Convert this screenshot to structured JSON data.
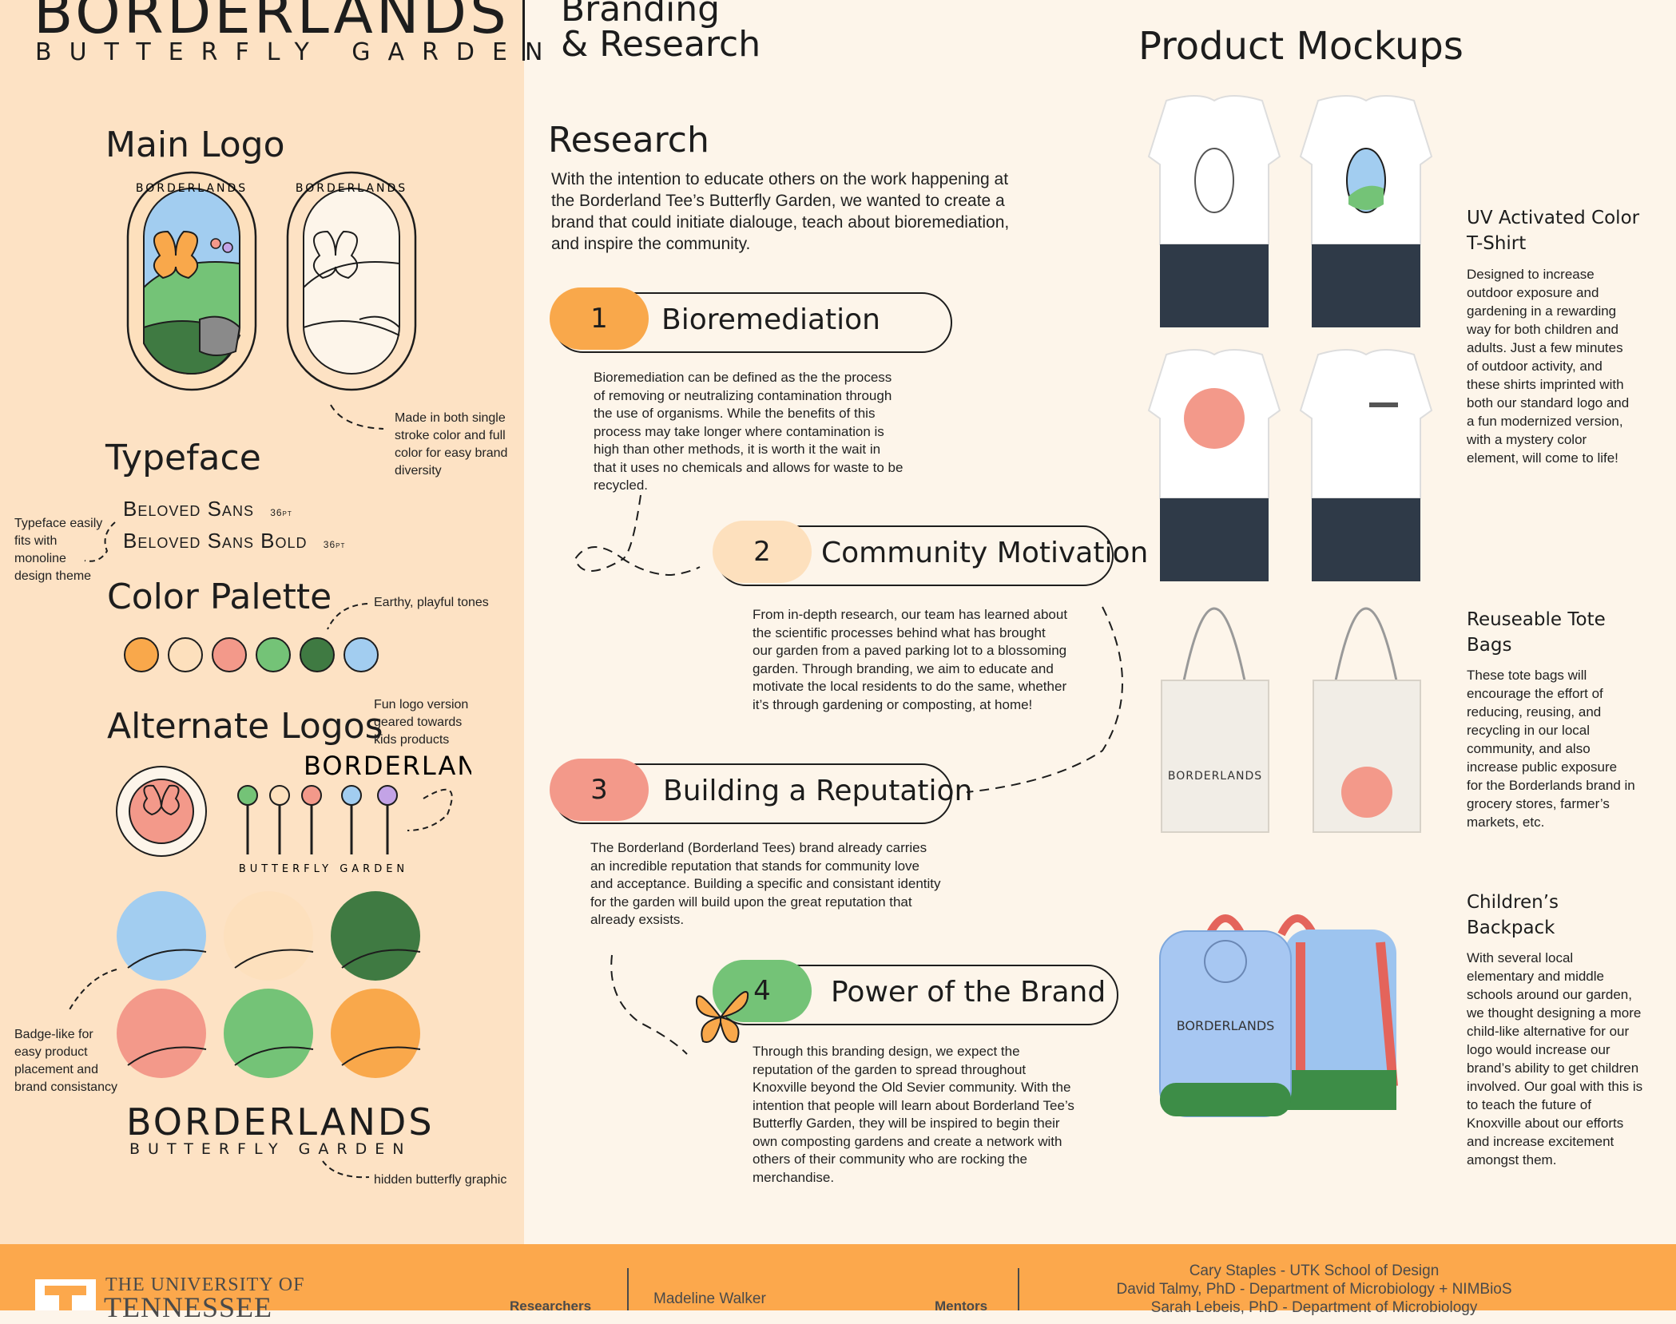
{
  "header": {
    "brand_title": "BORDERLANDS",
    "brand_subtitle": "BUTTERFLY GARDEN",
    "section_title_line1": "Branding",
    "section_title_line2": "& Research",
    "mockups_title": "Product Mockups"
  },
  "left": {
    "main_logo_title": "Main Logo",
    "logo_note": "Made in both single stroke color and full color for easy brand diversity",
    "typeface_title": "Typeface",
    "typeface_note": "Typeface easily fits with monoline design theme",
    "font1_name": "Beloved Sans",
    "font1_size": "36pt",
    "font2_name": "Beloved Sans Bold",
    "font2_size": "36pt",
    "palette_title": "Color Palette",
    "palette_note": "Earthy, playful tones",
    "palette": [
      "#f9a84b",
      "#fde0bd",
      "#f3998a",
      "#74c377",
      "#3f7a42",
      "#a2cdf0"
    ],
    "alt_title": "Alternate Logos",
    "alt_note": "Fun logo version geared towards kids products",
    "badge_note": "Badge-like for easy product placement and brand consistancy",
    "wordmark_title": "BORDERLANDS",
    "wordmark_sub": "BUTTERFLY GARDEN",
    "hidden_note": "hidden butterfly graphic"
  },
  "research": {
    "title": "Research",
    "intro": "With the intention to educate others on the work happening at the Borderland Tee’s Butterfly Garden, we wanted to create a brand that could initiate dialouge, teach about bioremediation, and inspire the community.",
    "items": [
      {
        "num": "1",
        "label": "Bioremediation",
        "color": "#f9a84b",
        "text": "Bioremediation can be defined as the the process of removing or neutralizing contamination through the use of organisms. While the benefits of this process may take longer where contamination is high than other methods, it is worth it the wait in that it uses no chemicals and allows for waste to be recycled."
      },
      {
        "num": "2",
        "label": "Community Motivation",
        "color": "#fde0bd",
        "text": "From in-depth research, our team has learned about the scientific processes behind what has brought our garden from a paved parking lot to a blossoming garden. Through branding, we aim to educate and motivate the local residents to do the same, whether it’s through gardening or composting, at home!"
      },
      {
        "num": "3",
        "label": "Building a Reputation",
        "color": "#f3998a",
        "text": "The Borderland (Borderland Tees) brand already carries an incredible reputation that stands for community love and acceptance. Building a specific and consistant identity for the garden will build upon the great reputation that already exsists."
      },
      {
        "num": "4",
        "label": "Power of the Brand",
        "color": "#74c377",
        "text": "Through this branding design, we expect the reputation of the garden to spread throughout Knoxville beyond the Old Sevier community. With the intention that people will learn about Borderland Tee’s Butterfly Garden, they will be inspired to begin their own composting gardens and create a network with others of their community who are rocking the merchandise."
      }
    ]
  },
  "mockups": [
    {
      "title": "UV Activated Color T-Shirt",
      "text": "Designed to increase outdoor exposure and gardening in a rewarding way for both children and adults. Just a few minutes of outdoor activity, and these shirts imprinted with both our standard logo and a fun modernized version, with a mystery color element, will come to life!"
    },
    {
      "title": "Reuseable Tote Bags",
      "text": "These tote bags will encourage the effort of reducing, reusing, and recycling in our local community, and also increase public exposure for the Borderlands brand in grocery stores, farmer’s markets, etc."
    },
    {
      "title": "Children’s Backpack",
      "text": "With several local elementary and middle schools around our garden, we thought designing a more child-like alternative for our logo would increase our brand’s ability to get children involved. Our goal with this is to teach the future of Knoxville about our efforts and increase excitement amongst them."
    }
  ],
  "footer": {
    "university_line1": "THE UNIVERSITY OF",
    "university_line2": "TENNESSEE",
    "researchers_label": "Researchers",
    "researcher1": "Madeline Walker",
    "mentors_label": "Mentors",
    "mentor1": "Cary Staples - UTK School of Design",
    "mentor2": "David Talmy, PhD - Department of Microbiology + NIMBioS",
    "mentor3": "Sarah Lebeis, PhD - Department of Microbiology"
  }
}
